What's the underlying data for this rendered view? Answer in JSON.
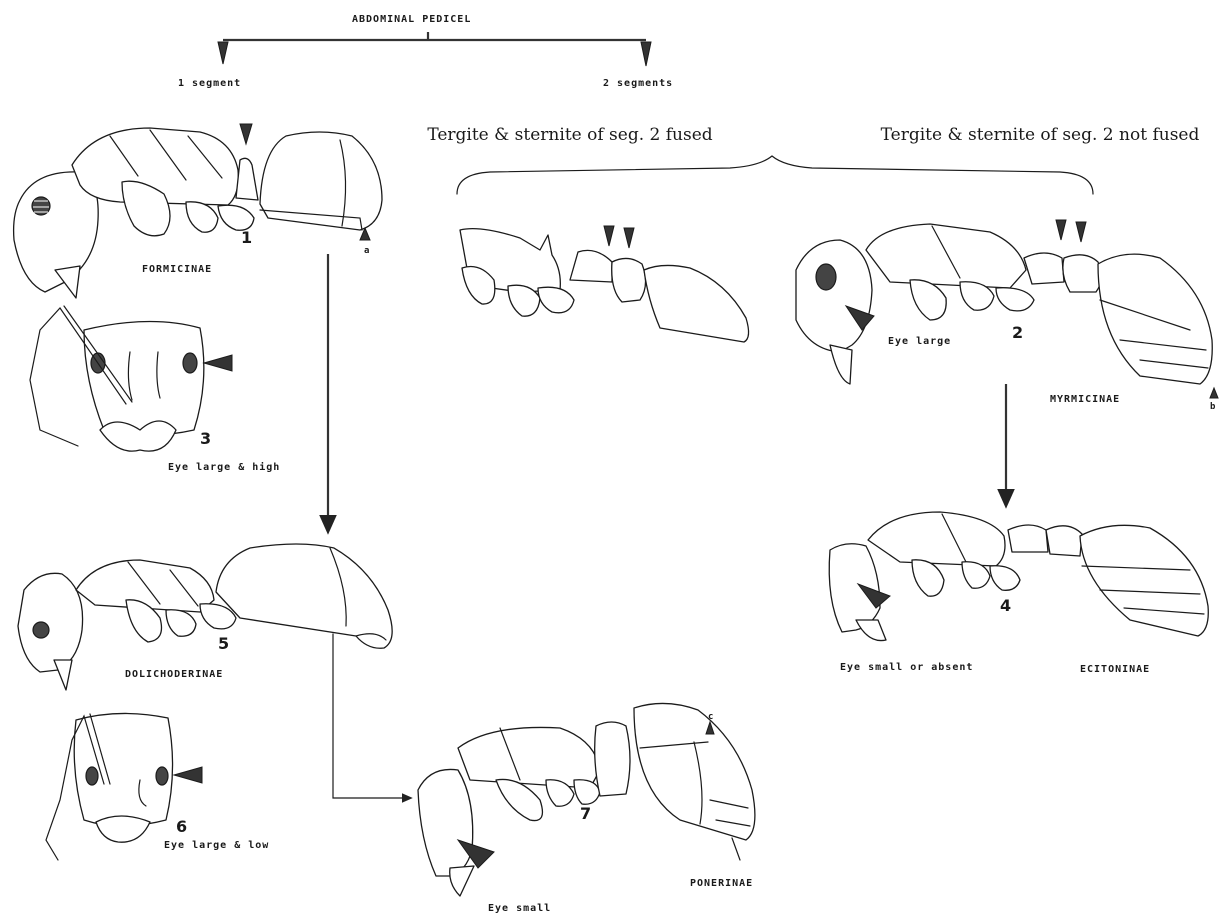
{
  "top": {
    "title": "ABDOMINAL PEDICEL",
    "left_branch": "1 segment",
    "right_branch": "2 segments"
  },
  "brace": {
    "left_text": "Tergite & sternite of seg. 2 fused",
    "right_text": "Tergite & sternite of seg. 2 not fused"
  },
  "figures": {
    "f1": {
      "number": "1",
      "caption": "FORMICINAE",
      "marker": "a"
    },
    "f2": {
      "number": "2",
      "caption": "MYRMICINAE",
      "eye": "Eye large",
      "marker": "b"
    },
    "f3": {
      "number": "3",
      "eye": "Eye large & high"
    },
    "f4": {
      "number": "4",
      "caption": "ECITONINAE",
      "eye": "Eye small or absent"
    },
    "f5": {
      "number": "5",
      "caption": "DOLICHODERINAE"
    },
    "f6": {
      "number": "6",
      "eye": "Eye large & low"
    },
    "f7": {
      "number": "7",
      "caption": "PONERINAE",
      "eye": "Eye small",
      "marker": "c"
    }
  }
}
